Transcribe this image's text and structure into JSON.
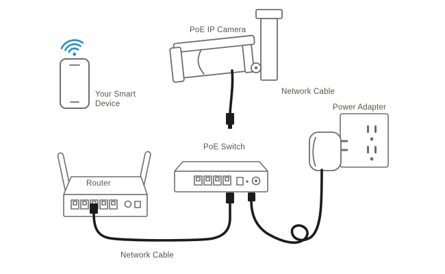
{
  "diagram": {
    "labels": {
      "camera": "PoE IP Camera",
      "network_cable_top": "Network Cable",
      "smart_device_line1": "Your Smart",
      "smart_device_line2": "Device",
      "power_adapter": "Power Adapter",
      "poe_switch": "PoE Switch",
      "router": "Router",
      "network_cable_bottom": "Network Cable"
    },
    "colors": {
      "outline": "#6e6e6e",
      "cable": "#1c1c1c",
      "wifi": "#1f8fd5",
      "label_text": "#56544e",
      "background": "#ffffff"
    }
  }
}
